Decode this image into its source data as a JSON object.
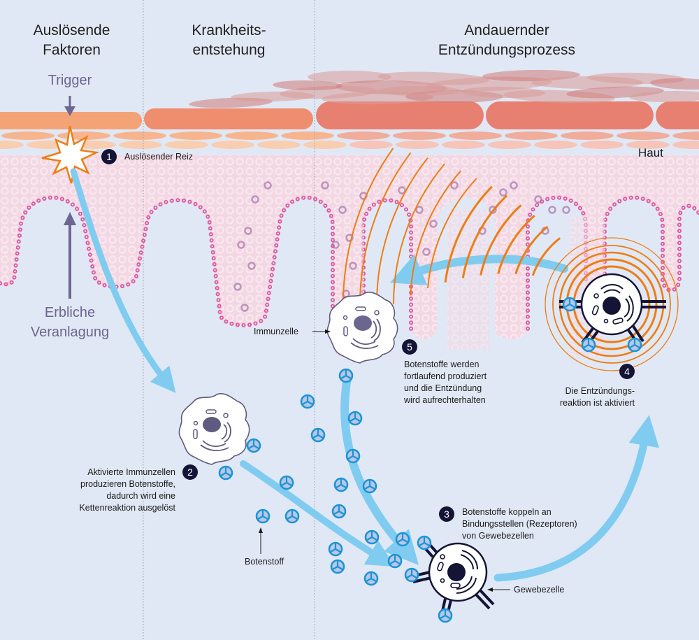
{
  "headings": {
    "col1": [
      "Auslösende",
      "Faktoren"
    ],
    "col2": [
      "Krankheits-",
      "entstehung"
    ],
    "col3": [
      "Andauernder",
      "Entzündungsprozess"
    ]
  },
  "factors": {
    "trigger": "Trigger",
    "heredity": [
      "Erbliche",
      "Veranlagung"
    ]
  },
  "skin_label": "Haut",
  "steps": [
    {
      "number": "1",
      "text": [
        "Auslösender Reiz"
      ]
    },
    {
      "number": "2",
      "text": [
        "Aktivierte Immunzellen",
        "produzieren Botenstoffe,",
        "dadurch wird eine",
        "Kettenreaktion ausgelöst"
      ]
    },
    {
      "number": "3",
      "text": [
        "Botenstoffe koppeln an",
        "Bindungsstellen (Rezeptoren)",
        "von Gewebezellen"
      ]
    },
    {
      "number": "4",
      "text": [
        "Die Entzündungs-",
        "reaktion ist aktiviert"
      ]
    },
    {
      "number": "5",
      "text": [
        "Botenstoffe werden",
        "fortlaufend produziert",
        "und die Entzündung",
        "wird aufrechterhalten"
      ]
    }
  ],
  "callouts": {
    "immune_cell": "Immunzelle",
    "messenger": "Botenstoff",
    "tissue_cell": "Gewebezelle"
  },
  "colors": {
    "background": "#e1e8f5",
    "arrow_blue": "#7fccf0",
    "messenger_blue": "#1b94d6",
    "messenger_fill": "#b9c7e6",
    "epidermis_pink": "#f3d4df",
    "basal_magenta": "#e0589f",
    "stratum_orange": "#f3a476",
    "inflamed_red": "#e88072",
    "signal_orange": "#ee7d13",
    "badge_navy": "#141436",
    "factor_purple": "#6c6690"
  }
}
